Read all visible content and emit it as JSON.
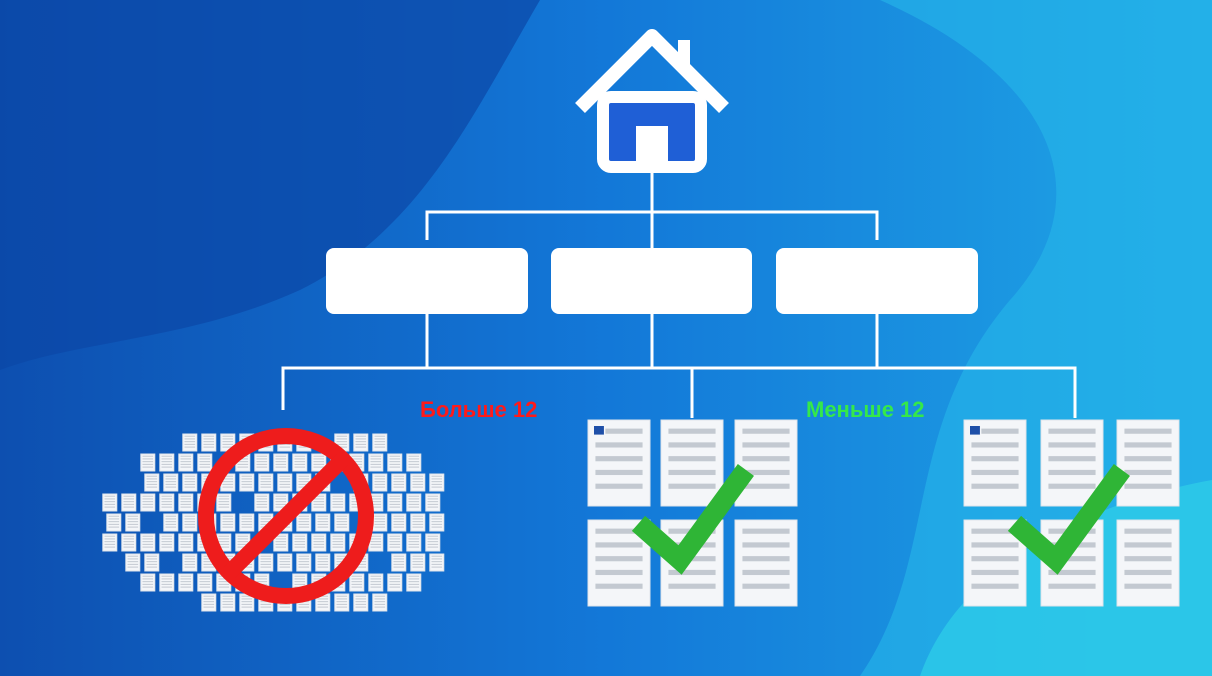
{
  "labels": {
    "more": "Больше 12",
    "less": "Меньше 12"
  },
  "colors": {
    "more": "#ff1a1a",
    "less": "#35e84a",
    "check": "#2fb536",
    "prohibit": "#ee1c1c"
  },
  "groups": {
    "less_docs_per_group": 6,
    "branch_boxes": 3
  }
}
